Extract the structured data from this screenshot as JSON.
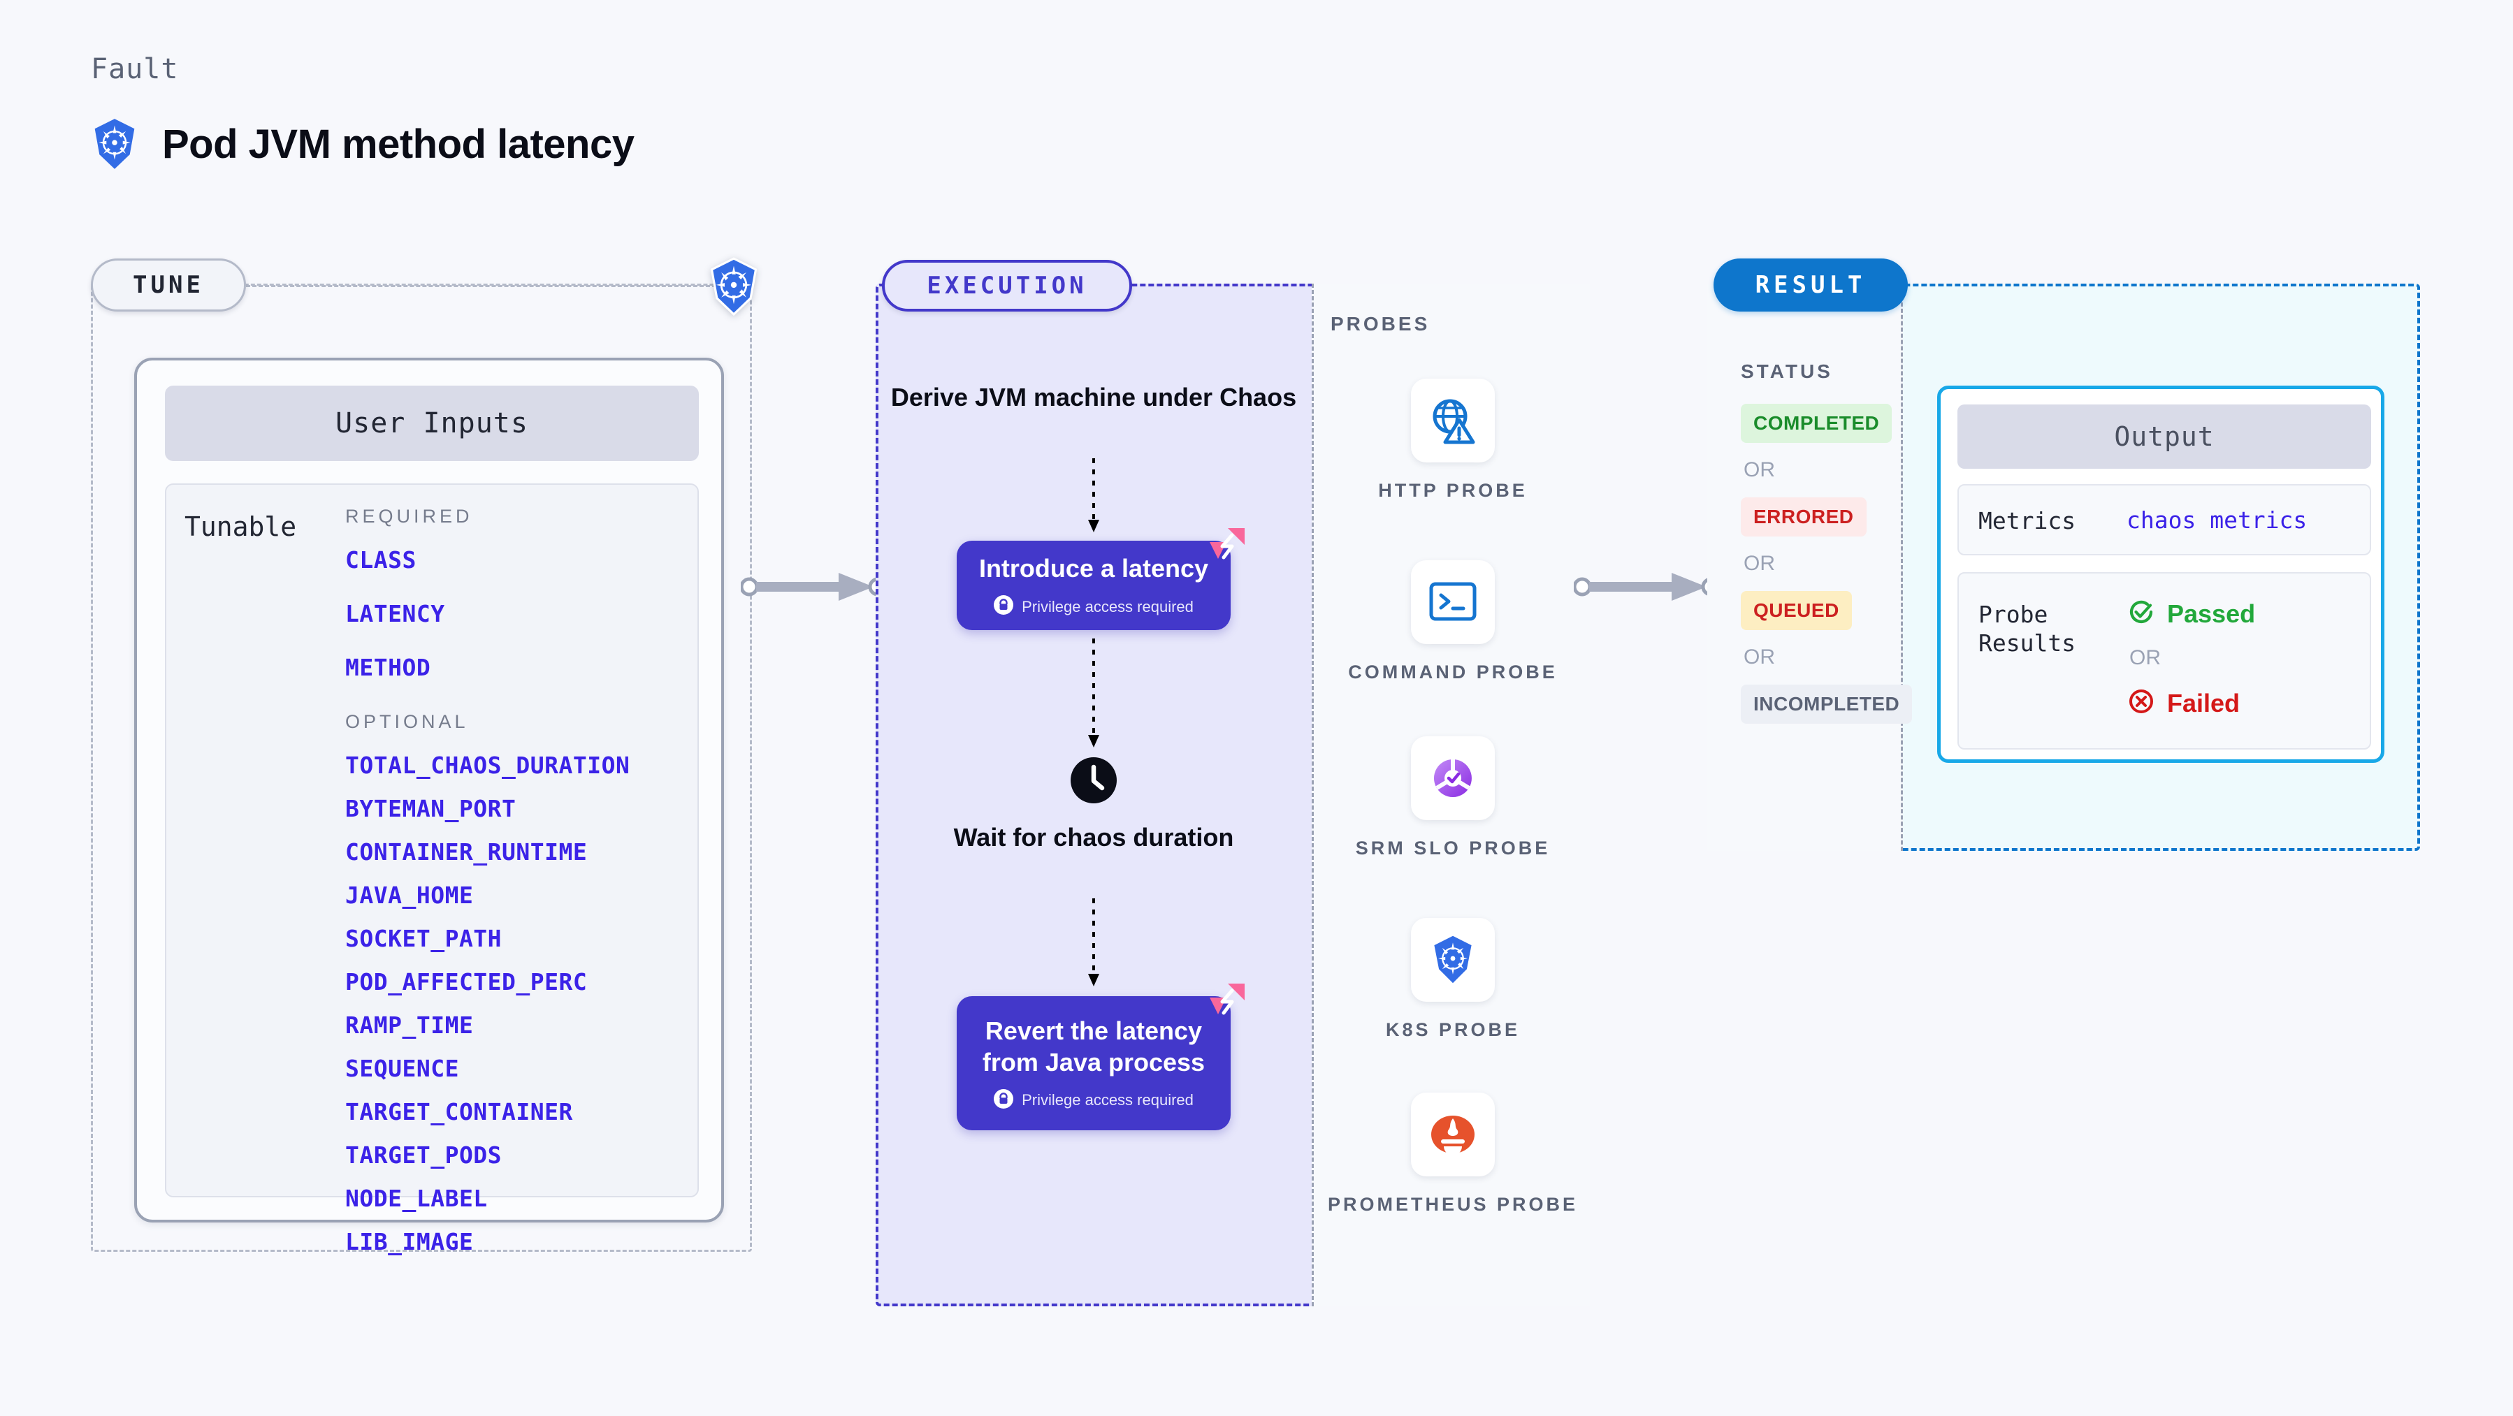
{
  "header": {
    "kicker": "Fault",
    "title": "Pod JVM method latency",
    "logo_icon": "kubernetes-icon"
  },
  "tune": {
    "label": "TUNE",
    "badge_icon": "kubernetes-icon",
    "card": {
      "title": "User Inputs",
      "row_label": "Tunable",
      "groups": [
        {
          "title": "REQUIRED",
          "items": [
            "CLASS",
            "LATENCY",
            "METHOD"
          ]
        },
        {
          "title": "OPTIONAL",
          "items": [
            "TOTAL_CHAOS_DURATION",
            "BYTEMAN_PORT",
            "CONTAINER_RUNTIME",
            "JAVA_HOME",
            "SOCKET_PATH",
            "POD_AFFECTED_PERC",
            "RAMP_TIME",
            "SEQUENCE",
            "TARGET_CONTAINER",
            "TARGET_PODS",
            "NODE_LABEL",
            "LIB_IMAGE"
          ]
        }
      ]
    }
  },
  "execution": {
    "label": "EXECUTION",
    "steps": {
      "derive": "Derive JVM machine under Chaos",
      "introduce_title": "Introduce a latency",
      "introduce_privilege": "Privilege access required",
      "wait": "Wait for chaos duration",
      "wait_icon": "clock-icon",
      "revert_title": "Revert the latency from Java process",
      "revert_privilege": "Privilege access required",
      "corner_badge_icon": "litmus-chaos-icon",
      "lock_icon": "lock-icon"
    }
  },
  "probes": {
    "title": "PROBES",
    "items": [
      {
        "label": "HTTP PROBE",
        "icon": "globe-warning-icon"
      },
      {
        "label": "COMMAND PROBE",
        "icon": "terminal-icon"
      },
      {
        "label": "SRM SLO PROBE",
        "icon": "srm-slo-icon"
      },
      {
        "label": "K8S PROBE",
        "icon": "kubernetes-icon"
      },
      {
        "label": "PROMETHEUS PROBE",
        "icon": "prometheus-icon"
      }
    ]
  },
  "result": {
    "label": "RESULT",
    "status_title": "STATUS",
    "or_label": "OR",
    "statuses": [
      {
        "text": "COMPLETED",
        "color": "#1a8c2b",
        "bg": "#ddf5dd"
      },
      {
        "text": "ERRORED",
        "color": "#cc2020",
        "bg": "#fdeaea"
      },
      {
        "text": "QUEUED",
        "color": "#cc2020",
        "bg": "#fdeec2"
      },
      {
        "text": "INCOMPLETED",
        "color": "#5a6275",
        "bg": "#eceff5"
      }
    ],
    "output": {
      "title": "Output",
      "metrics_key": "Metrics",
      "metrics_value": "chaos metrics",
      "probe_results_key": "Probe Results",
      "passed_text": "Passed",
      "passed_icon": "check-circle-icon",
      "failed_text": "Failed",
      "failed_icon": "x-circle-icon",
      "or_label": "OR"
    }
  },
  "colors": {
    "accent_indigo": "#4338ca",
    "param_blue": "#3b22e8",
    "result_blue": "#0e76cc",
    "cyan_border": "#18a8e8",
    "chaos_pink": "#f9679b"
  }
}
